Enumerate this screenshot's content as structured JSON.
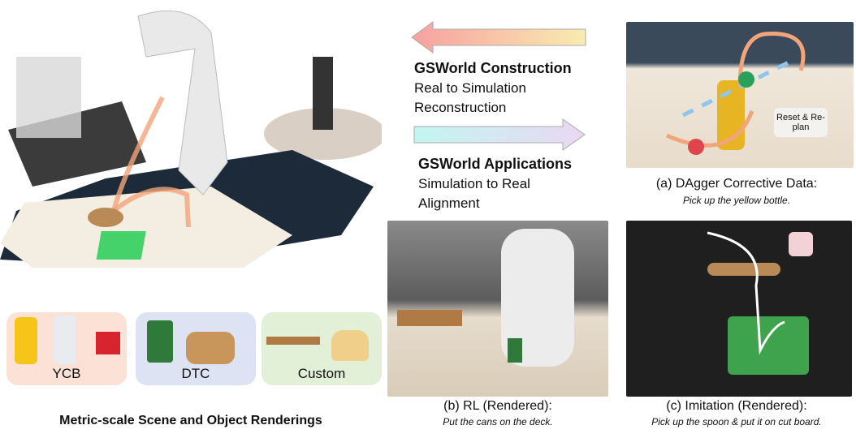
{
  "scene": {
    "caption": "Metric-scale Scene and Object Renderings",
    "objects": [
      {
        "label": "YCB",
        "color": "#fbe1d6"
      },
      {
        "label": "DTC",
        "color": "#dde3f3"
      },
      {
        "label": "Custom",
        "color": "#e2f0d8"
      }
    ]
  },
  "construction": {
    "title": "GSWorld Construction",
    "line1": "Real to Simulation",
    "line2": "Reconstruction"
  },
  "applications": {
    "title": "GSWorld Applications",
    "line1": "Simulation to Real",
    "line2": "Alignment"
  },
  "panel_a": {
    "caption": "(a) DAgger Corrective Data:",
    "task": "Pick up the yellow bottle.",
    "overlay": "Reset & Re-plan"
  },
  "panel_b": {
    "caption": "(b) RL (Rendered):",
    "task": "Put the cans on the deck."
  },
  "panel_c": {
    "caption": "(c) Imitation (Rendered):",
    "task": "Pick up the spoon & put it on cut board."
  }
}
